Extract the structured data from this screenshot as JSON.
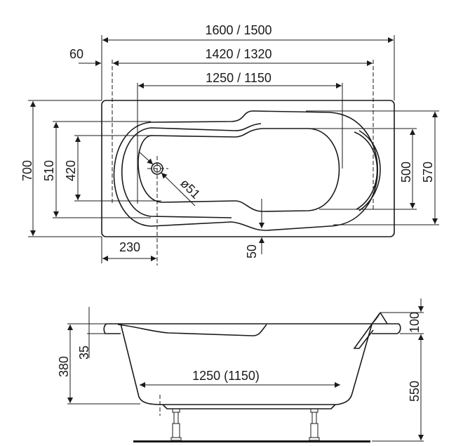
{
  "top_view": {
    "overall_length": "1600 / 1500",
    "inner_length": "1420 / 1320",
    "bottom_length": "1250 / 1150",
    "rim_offset": "60",
    "overall_width": "700",
    "inner_width": "510",
    "bottom_width": "420",
    "right_bottom_width": "500",
    "right_inner_width": "570",
    "drain_offset": "230",
    "side_offset": "50",
    "drain_diameter": "ø51"
  },
  "side_view": {
    "bottom_length": "1250 (1150)",
    "depth": "380",
    "rim_height": "35",
    "headrest_height": "100",
    "total_height": "550"
  }
}
